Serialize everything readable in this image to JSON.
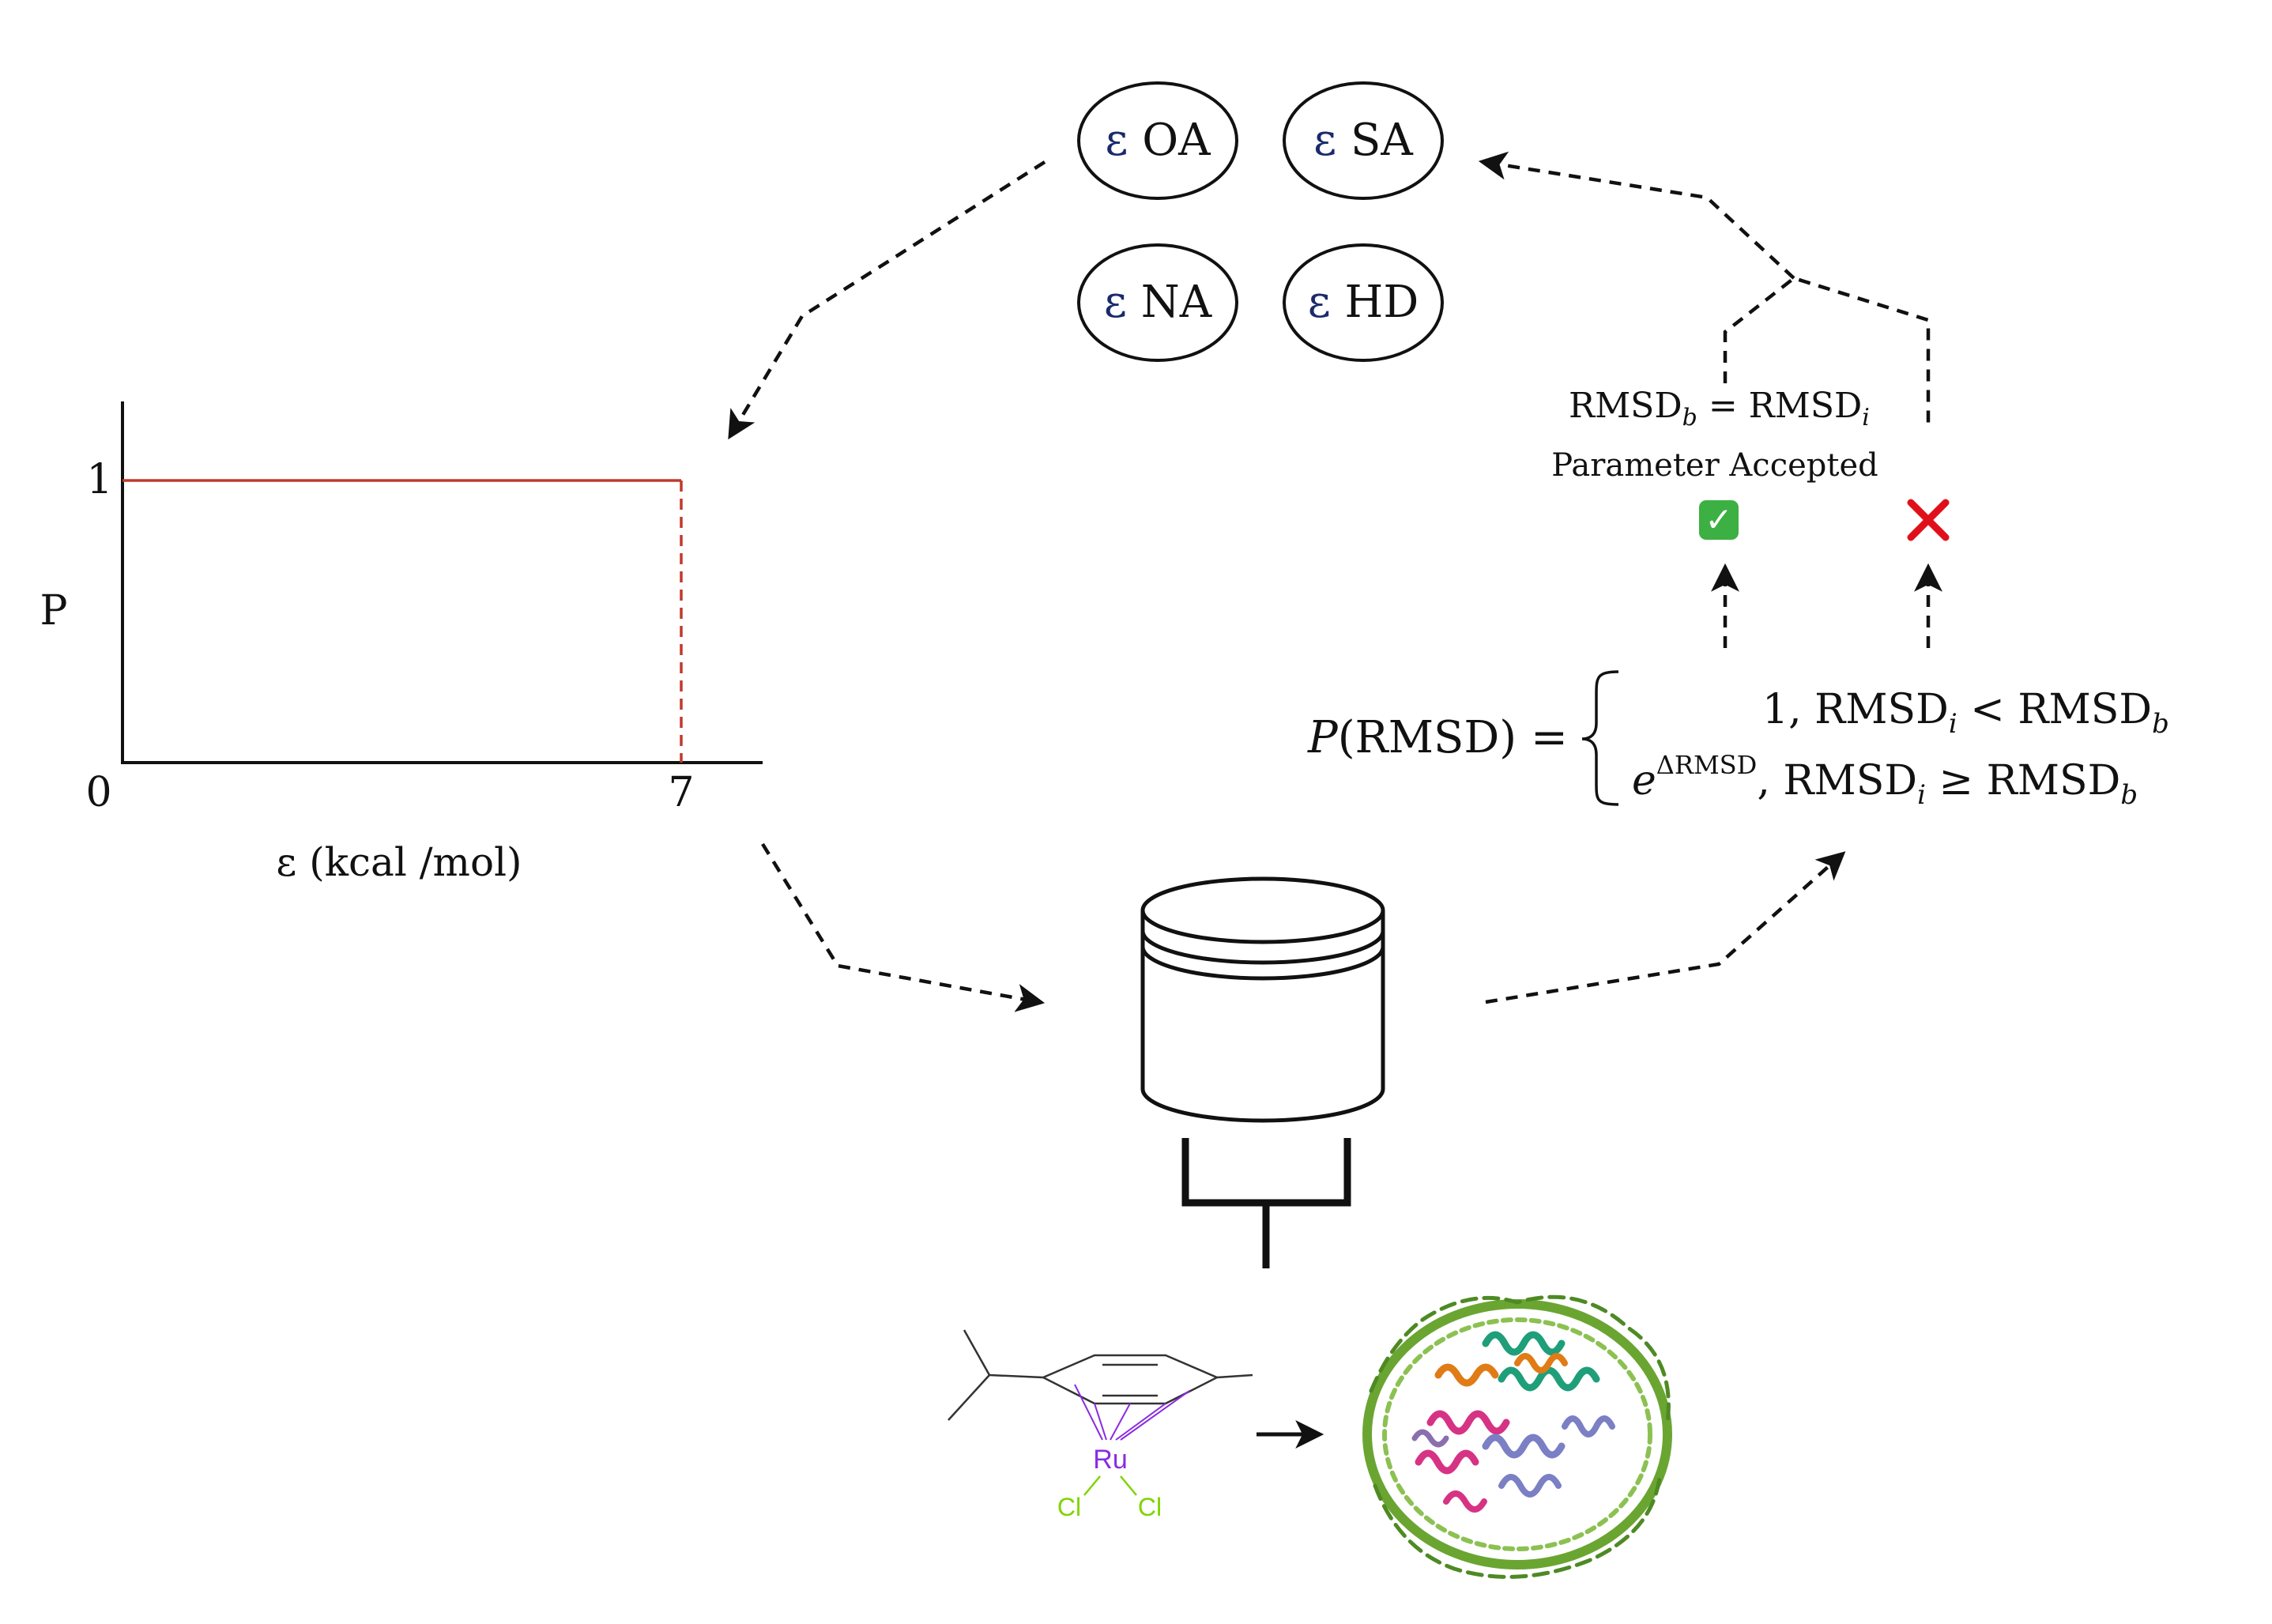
{
  "parameters": [
    {
      "symbol": "ε",
      "name": "OA"
    },
    {
      "symbol": "ε",
      "name": "SA"
    },
    {
      "symbol": "ε",
      "name": "NA"
    },
    {
      "symbol": "ε",
      "name": "HD"
    }
  ],
  "prior_plot": {
    "y_label": "P",
    "y_tick_top": "1",
    "x_tick_origin": "0",
    "x_tick_max": "7",
    "x_label": "ε (kcal /mol)",
    "line_color": "#c0392b"
  },
  "acceptance": {
    "rule_lhs_P": "P",
    "rule_lhs_arg": "(RMSD) =",
    "case1_prefix": "1, RMSD",
    "case1_sub_i": "i",
    "case1_rel": " < RMSD",
    "case1_sub_b": "b",
    "case2_base": "e",
    "case2_sup": "ΔRMSD",
    "case2_mid": ", RMSD",
    "case2_sub_i": "i",
    "case2_rel": " ≥ RMSD",
    "case2_sub_b": "b",
    "update_lhs": "RMSD",
    "update_sub_b": "b",
    "update_eq": " = RMSD",
    "update_sub_i": "i",
    "accepted_text": "Parameter Accepted",
    "accept_mark": "✓",
    "reject_mark": "✕",
    "accept_color": "#3cb043",
    "reject_color": "#e0101a"
  },
  "molecule": {
    "metal": "Ru",
    "ligand_left": "Cl",
    "ligand_right": "Cl",
    "metal_color": "#8a2be2",
    "ligand_color": "#7fd400"
  },
  "icons": {
    "docking_engine": "database-cylinder-icon",
    "receptor": "nucleosome-structure-icon"
  }
}
